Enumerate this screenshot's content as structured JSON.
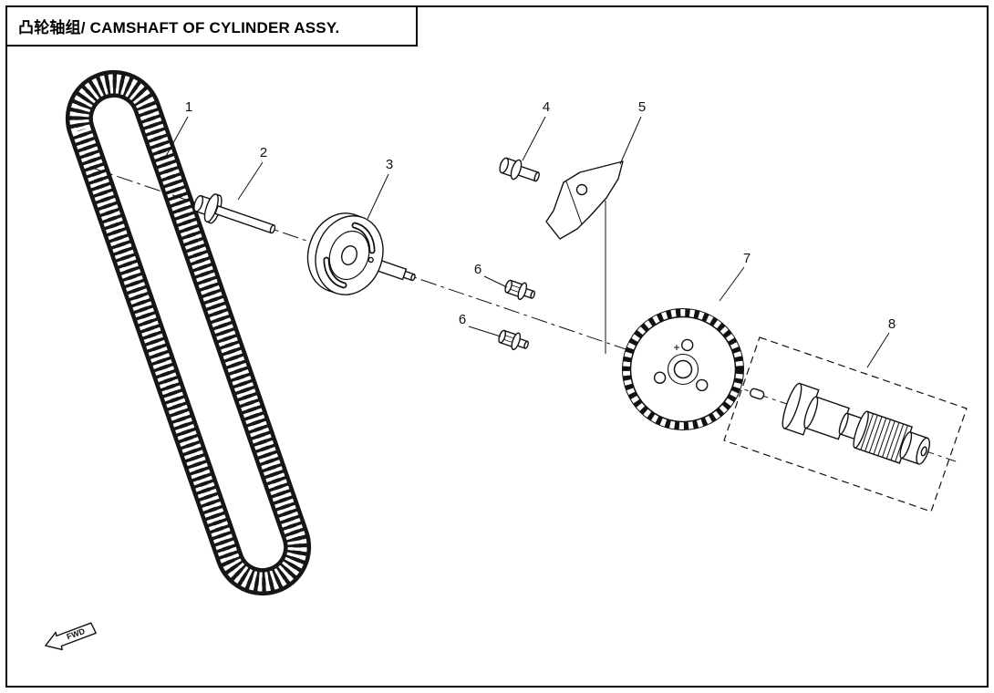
{
  "page": {
    "background": "#ffffff",
    "line_color": "#111111"
  },
  "title_block": {
    "title": "凸轮轴组/ CAMSHAFT OF CYLINDER ASSY."
  },
  "diagram": {
    "callouts": [
      {
        "label": "1"
      },
      {
        "label": "2"
      },
      {
        "label": "3"
      },
      {
        "label": "4"
      },
      {
        "label": "5"
      },
      {
        "label": "6"
      },
      {
        "label": "6"
      },
      {
        "label": "7"
      },
      {
        "label": "8"
      }
    ],
    "fwd_marker": {
      "label": "FWD"
    }
  }
}
